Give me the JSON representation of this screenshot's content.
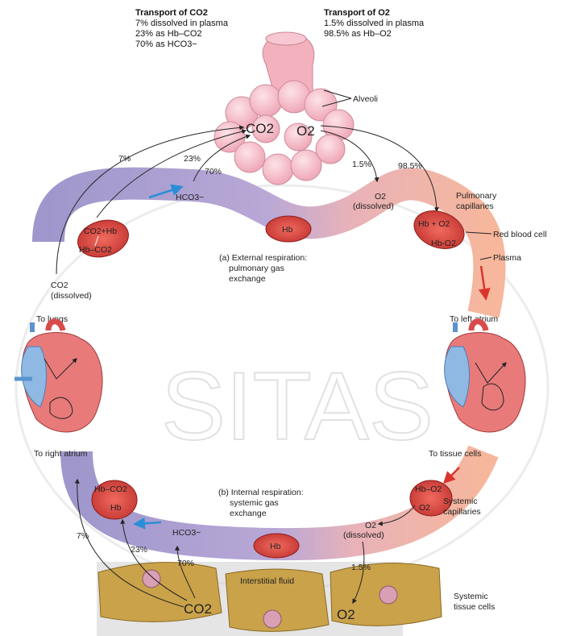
{
  "header": {
    "co2_title": "Transport of CO2",
    "co2_lines": [
      "7% dissolved in plasma",
      "23% as Hb–CO2",
      "70% as HCO3−"
    ],
    "o2_title": "Transport of O2",
    "o2_lines": [
      "1.5% dissolved in plasma",
      "98.5% as Hb–O2"
    ]
  },
  "top": {
    "alveoli": "Alveoli",
    "co2": "CO2",
    "o2": "O2",
    "pct_7": "7%",
    "pct_23": "23%",
    "pct_70": "70%",
    "pct_1_5": "1.5%",
    "pct_98_5": "98.5%",
    "hco3": "HCO3−",
    "o2_dissolved_1": "O2",
    "o2_dissolved_2": "(dissolved)",
    "hb": "Hb",
    "rbc_left_1": "CO2+Hb",
    "rbc_left_2": "Hb–CO2",
    "rbc_right_1": "Hb + O2",
    "rbc_right_2": "Hb-O2",
    "co2_dissolved_1": "CO2",
    "co2_dissolved_2": "(dissolved)",
    "ext_resp_1": "(a) External respiration:",
    "ext_resp_2": "pulmonary gas",
    "ext_resp_3": "exchange",
    "pulm_cap_1": "Pulmonary",
    "pulm_cap_2": "capillaries",
    "red_blood_cell": "Red blood cell",
    "plasma": "Plasma"
  },
  "middle": {
    "to_lungs": "To lungs",
    "to_left_atrium": "To left atrium",
    "to_right_atrium": "To right atrium",
    "to_tissue_cells": "To tissue cells",
    "watermark": "SITAS"
  },
  "bottom": {
    "rbc_left_1": "Hb–CO2",
    "rbc_left_2": "Hb",
    "rbc_right_1": "Hb–O2",
    "rbc_right_2": "O2",
    "int_resp_1": "(b) Internal respiration:",
    "int_resp_2": "systemic gas",
    "int_resp_3": "exchange",
    "hco3": "HCO3−",
    "o2_dissolved_1": "O2",
    "o2_dissolved_2": "(dissolved)",
    "hb": "Hb",
    "pct_7": "7%",
    "pct_23": "23%",
    "pct_70": "70%",
    "pct_1_5": "1.5%",
    "interstitial": "Interstitial fluid",
    "co2": "CO2",
    "o2": "O2",
    "sys_cap_1": "Systemic",
    "sys_cap_2": "capillaries",
    "sys_tis_1": "Systemic",
    "sys_tis_2": "tissue cells"
  },
  "colors": {
    "venous": "#a79fd0",
    "arterial": "#f4b8a0",
    "rbc": "#d8433f",
    "alveoli": "#f3b7c2",
    "tissue": "#c9a24a",
    "arrow_blue": "#2a8fd6",
    "arrow_red": "#d9342b"
  }
}
